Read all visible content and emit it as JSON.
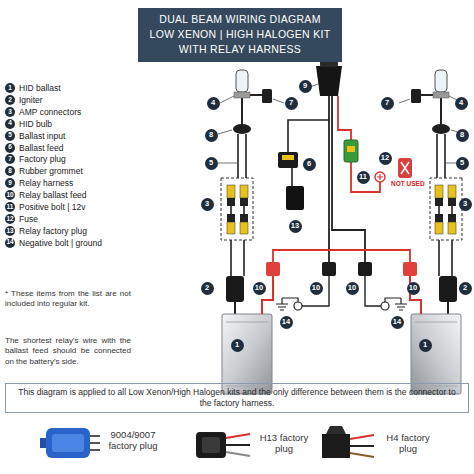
{
  "diagram": {
    "nodes": [
      {
        "text": [
          "DUAL BEAM WIRING DIAGRAM",
          "LOW XENON | HIGH HALOGEN KIT",
          "WITH RELAY HARNESS"
        ]
      },
      {
        "text": [
          "1"
        ]
      },
      {
        "text": [
          "2"
        ]
      },
      {
        "text": [
          "3"
        ]
      },
      {
        "text": [
          "4"
        ]
      },
      {
        "text": [
          "5"
        ]
      },
      {
        "text": [
          "6"
        ]
      },
      {
        "text": [
          "7"
        ]
      },
      {
        "text": [
          "8"
        ]
      },
      {
        "text": [
          "9"
        ]
      },
      {
        "text": [
          "10"
        ]
      },
      {
        "text": [
          "11"
        ]
      },
      {
        "text": [
          "12"
        ]
      },
      {
        "text": [
          "13"
        ]
      },
      {
        "text": [
          "14"
        ]
      },
      {
        "text": [
          "9"
        ]
      },
      {
        "text": [
          "4"
        ]
      },
      {
        "text": [
          "7"
        ]
      },
      {
        "text": [
          "7"
        ]
      },
      {
        "text": [
          "4"
        ]
      },
      {
        "text": [
          "8"
        ]
      },
      {
        "text": [
          "8"
        ]
      },
      {
        "text": [
          "12"
        ]
      },
      {
        "text": [
          "5"
        ]
      },
      {
        "text": [
          "6"
        ]
      },
      {
        "text": [
          "5"
        ]
      },
      {
        "text": [
          "11"
        ]
      },
      {
        "text": [
          "3"
        ]
      },
      {
        "text": [
          "3"
        ]
      },
      {
        "text": [
          "13"
        ]
      },
      {
        "text": [
          "10"
        ]
      },
      {
        "text": [
          "2"
        ]
      },
      {
        "text": [
          "10"
        ]
      },
      {
        "text": [
          "10"
        ]
      },
      {
        "text": [
          "10"
        ]
      },
      {
        "text": [
          "2"
        ]
      },
      {
        "text": [
          "14"
        ]
      },
      {
        "text": [
          "14"
        ]
      },
      {
        "text": [
          "1"
        ]
      },
      {
        "text": [
          "1"
        ]
      },
      {
        "text": [
          "This diagram is applied to all Low Xenon/High Halogen kits and the only difference between them is the connector to the factory harness."
        ]
      }
    ],
    "labels": [
      "HID ballast",
      "Igniter",
      "AMP connectors",
      "HID bulb",
      "Ballast input",
      "Ballast feed",
      "Factory plug",
      "Rubber grommet",
      "Relay harness",
      "Relay ballast feed",
      "Positive bolt | 12v",
      "Fuse",
      "Relay factory plug",
      "Negative bolt | ground",
      "NOT USED",
      "* These items from the list are not included into regular kit.",
      "The shortest relay's wire with the ballast feed should be connected on the battery's side.",
      "9004/9007 factory plug",
      "H13 factory plug",
      "H4 factory plug"
    ]
  }
}
